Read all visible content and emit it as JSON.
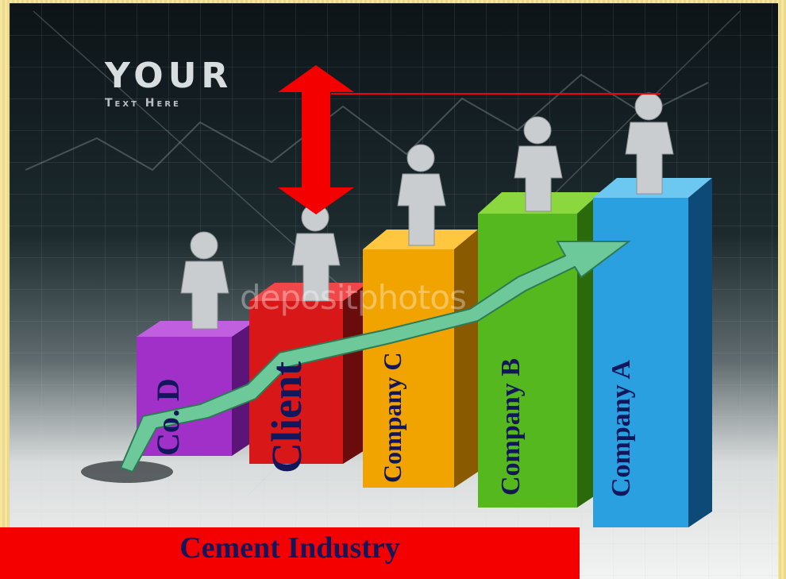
{
  "logo": {
    "title": "YOUR",
    "subtitle": "Text Here"
  },
  "watermark": "depositphotos",
  "bars": [
    {
      "label": "Co. D",
      "color": "#a030c8"
    },
    {
      "label": "Client",
      "color": "#d81818"
    },
    {
      "label": "Company C",
      "color": "#f1a400"
    },
    {
      "label": "Company B",
      "color": "#54b81e"
    },
    {
      "label": "Company A",
      "color": "#2aa0e0"
    }
  ],
  "banner": {
    "text": "Cement Industry"
  },
  "colors": {
    "banner": "#f40000",
    "label_text": "#11175a",
    "arrow": "#f40000"
  }
}
